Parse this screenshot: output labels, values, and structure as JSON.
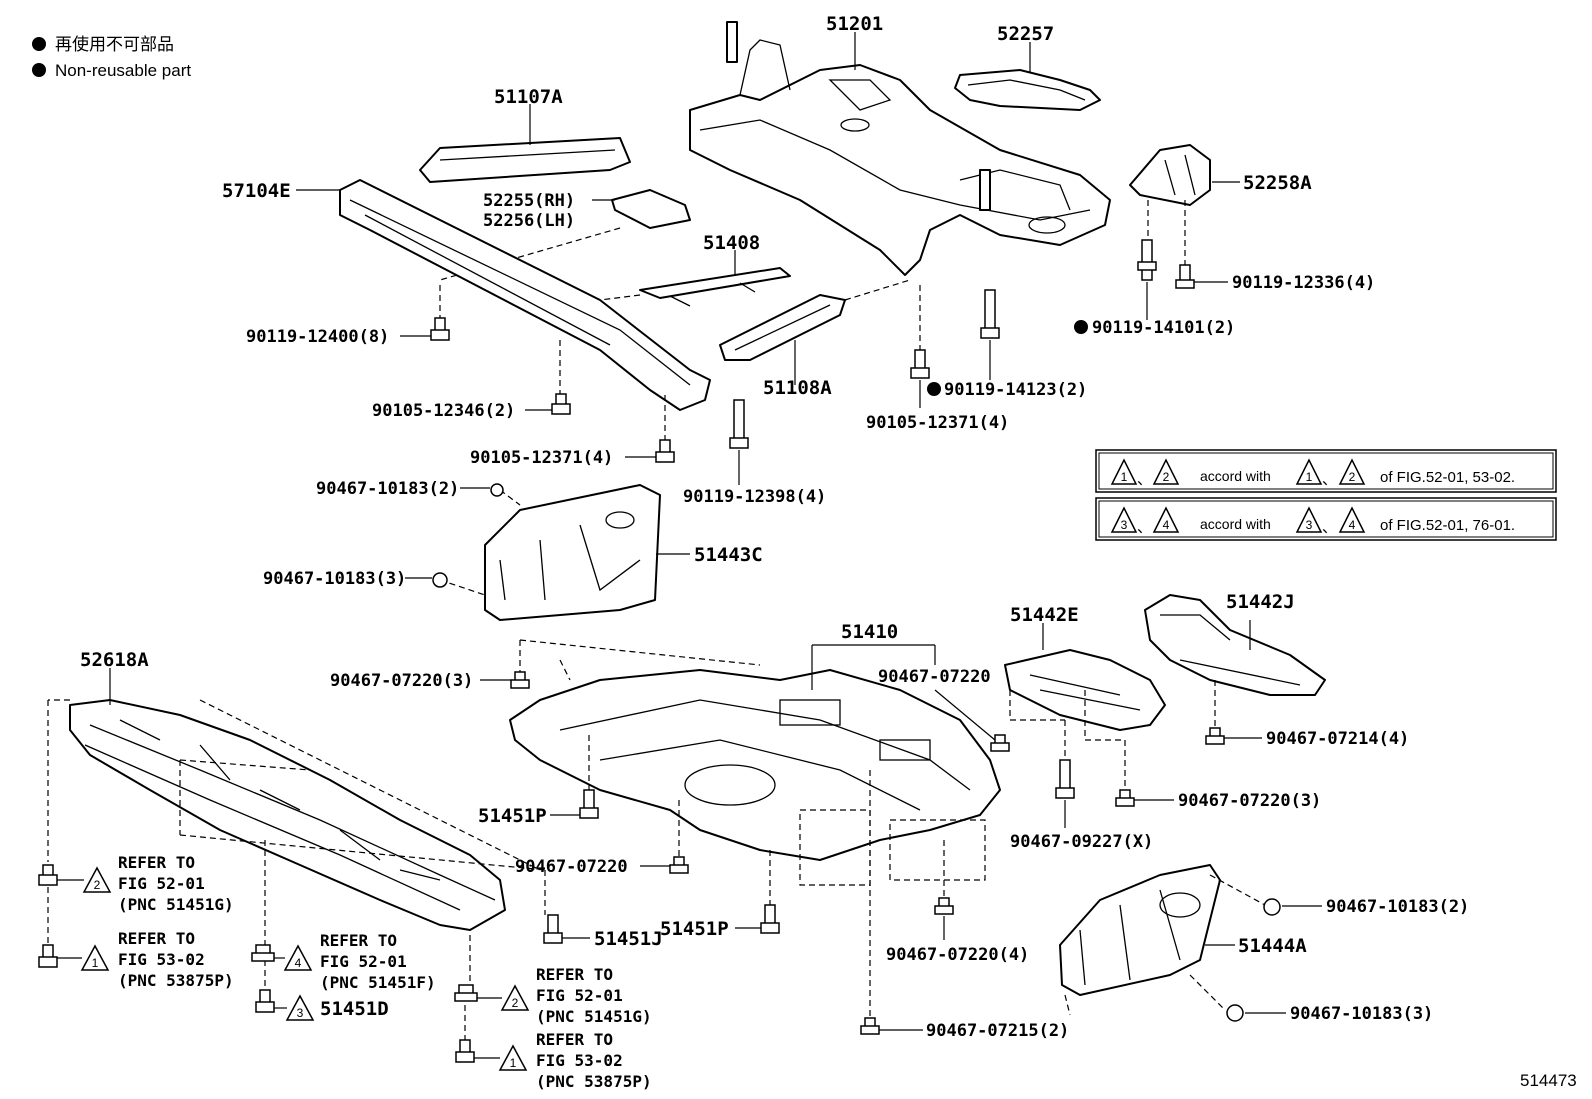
{
  "legend": {
    "ja": "再使用不可部品",
    "en": "Non-reusable part"
  },
  "figure_id": "514473",
  "parts": {
    "p51201": "51201",
    "p52257": "52257",
    "p51107A": "51107A",
    "p57104E": "57104E",
    "p52255": "52255(RH)",
    "p52256": "52256(LH)",
    "p51408": "51408",
    "p52258A": "52258A",
    "p90119_12336": "90119-12336(4)",
    "p90119_14101": "90119-14101(2)",
    "p90119_12400": "90119-12400(8)",
    "p51108A": "51108A",
    "p90119_14123": "90119-14123(2)",
    "p90105_12346": "90105-12346(2)",
    "p90105_12371_a": "90105-12371(4)",
    "p90105_12371_b": "90105-12371(4)",
    "p90119_12398": "90119-12398(4)",
    "p90467_10183_2a": "90467-10183(2)",
    "p51443C": "51443C",
    "p90467_10183_3a": "90467-10183(3)",
    "p51410": "51410",
    "p51442E": "51442E",
    "p51442J": "51442J",
    "p52618A": "52618A",
    "p90467_07220_3a": "90467-07220(3)",
    "p90467_07220_a": "90467-07220",
    "p90467_07214": "90467-07214(4)",
    "p51451P_a": "51451P",
    "p90467_07220_3b": "90467-07220(3)",
    "p90467_09227": "90467-09227(X)",
    "p90467_07220_b": "90467-07220",
    "p90467_10183_2b": "90467-10183(2)",
    "p51451P_b": "51451P",
    "p51444A": "51444A",
    "p51451J": "51451J",
    "p90467_07220_4": "90467-07220(4)",
    "p51451D": "51451D",
    "p90467_10183_3b": "90467-10183(3)",
    "p90467_07215": "90467-07215(2)"
  },
  "refs": {
    "r1": {
      "l1": "REFER TO",
      "l2": "FIG 52-01",
      "l3": "(PNC 51451G)",
      "tri": "2"
    },
    "r2": {
      "l1": "REFER TO",
      "l2": "FIG 53-02",
      "l3": "(PNC 53875P)",
      "tri": "1"
    },
    "r3": {
      "l1": "REFER TO",
      "l2": "FIG 52-01",
      "l3": "(PNC 51451F)",
      "tri": "4"
    },
    "r4": {
      "l1": "REFER TO",
      "l2": "FIG 52-01",
      "l3": "(PNC 51451G)",
      "tri": "2"
    },
    "r5": {
      "l1": "REFER TO",
      "l2": "FIG 53-02",
      "l3": "(PNC 53875P)",
      "tri": "1"
    },
    "r51451D_tri": "3"
  },
  "notes": {
    "n1": {
      "t1": "1",
      "t2": "2",
      "sep": "、",
      "accord": "accord with",
      "t3": "1",
      "t4": "2",
      "fig": "of FIG.52-01, 53-02."
    },
    "n2": {
      "t1": "3",
      "t2": "4",
      "sep": "、",
      "accord": "accord with",
      "t3": "3",
      "t4": "4",
      "fig": "of FIG.52-01, 76-01."
    }
  }
}
